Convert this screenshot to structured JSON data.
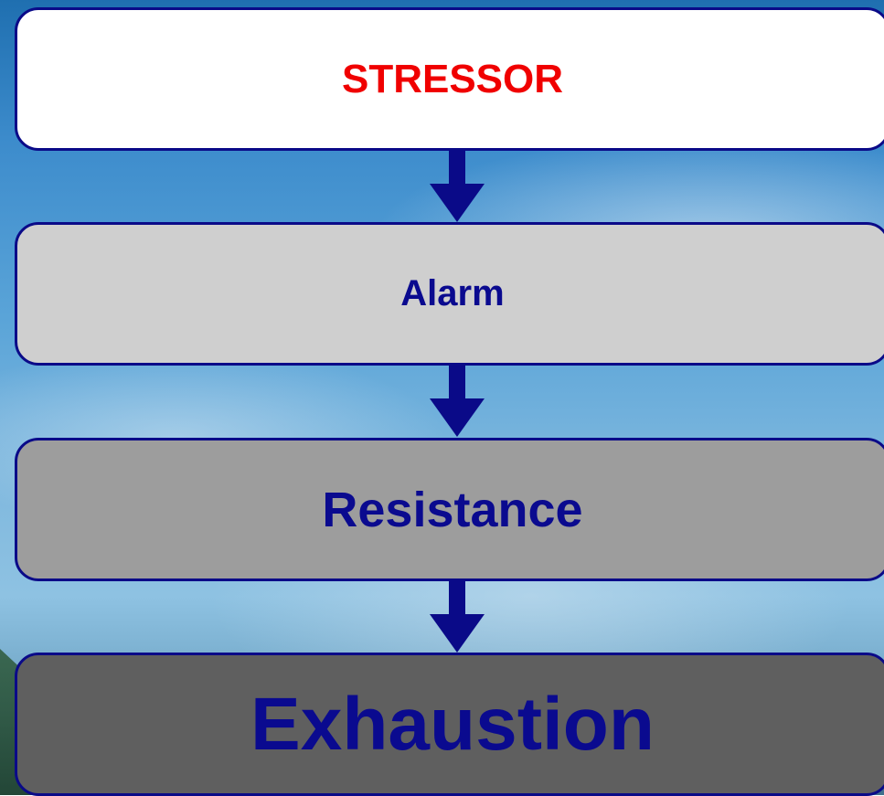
{
  "diagram": {
    "stages": [
      {
        "label": "STRESSOR",
        "color": "#f00000",
        "fill": "#ffffff"
      },
      {
        "label": "Alarm",
        "color": "#0a0a8f",
        "fill": "#cfcfcf"
      },
      {
        "label": "Resistance",
        "color": "#0a0a8f",
        "fill": "#9d9d9d"
      },
      {
        "label": "Exhaustion",
        "color": "#0a0a8f",
        "fill": "#5f5f5f"
      }
    ],
    "arrow_color": "#0a0a88",
    "background": "sky-with-clouds"
  }
}
